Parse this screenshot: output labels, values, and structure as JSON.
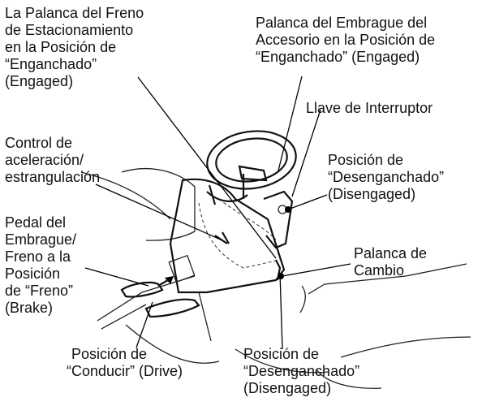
{
  "labels": {
    "parking_brake": [
      "La Palanca del Freno",
      "de Estacionamiento",
      "en la Posición de",
      "“Enganchado”",
      "(Engaged)"
    ],
    "attachment_clutch": [
      "Palanca del Embrague del",
      "Accesorio en la Posición de",
      "“Enganchado” (Engaged)"
    ],
    "ignition_key": [
      "Llave de Interruptor"
    ],
    "throttle_choke": [
      "Control de",
      "aceleración/",
      "estrangulación"
    ],
    "disengaged_upper": [
      "Posición de",
      "“Desenganchado”",
      "(Disengaged)"
    ],
    "clutch_brake_pedal": [
      "Pedal del",
      "Embrague/",
      "Freno a la",
      "Posición",
      "de “Freno”",
      "(Brake)"
    ],
    "shift_lever": [
      "Palanca de",
      "Cambio"
    ],
    "drive_position": [
      "Posición de",
      "“Conducir” (Drive)"
    ],
    "disengaged_lower": [
      "Posición de",
      "“Desenganchado”",
      "(Disengaged)"
    ]
  }
}
